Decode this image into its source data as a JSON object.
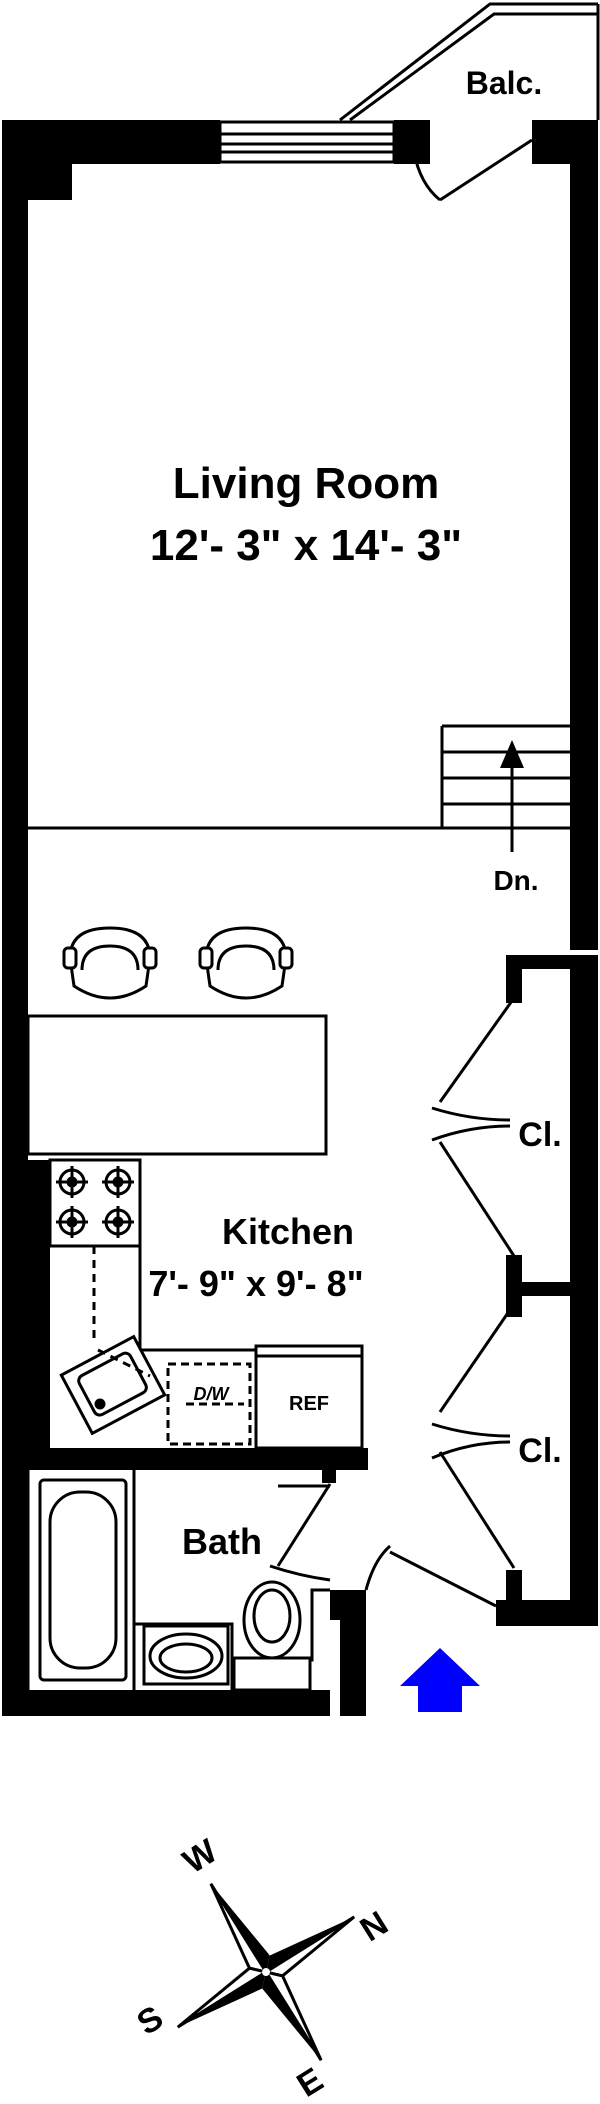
{
  "rooms": {
    "balcony": {
      "name": "Balc."
    },
    "living_room": {
      "name": "Living Room",
      "dimensions": "12'- 3\" x 14'- 3\""
    },
    "kitchen": {
      "name": "Kitchen",
      "dimensions": "7'- 9\" x 9'- 8\""
    },
    "bath": {
      "name": "Bath"
    }
  },
  "labels": {
    "stairs_down": "Dn.",
    "closet_upper": "Cl.",
    "closet_lower": "Cl.",
    "dishwasher": "D/W",
    "refrigerator": "REF"
  },
  "compass": {
    "north": "N",
    "south": "S",
    "east": "E",
    "west": "W"
  },
  "colors": {
    "wall": "#000000",
    "entry_arrow": "#0000ff"
  },
  "icons": {
    "entry": "entry-arrow-icon",
    "compass": "compass-rose-icon"
  }
}
